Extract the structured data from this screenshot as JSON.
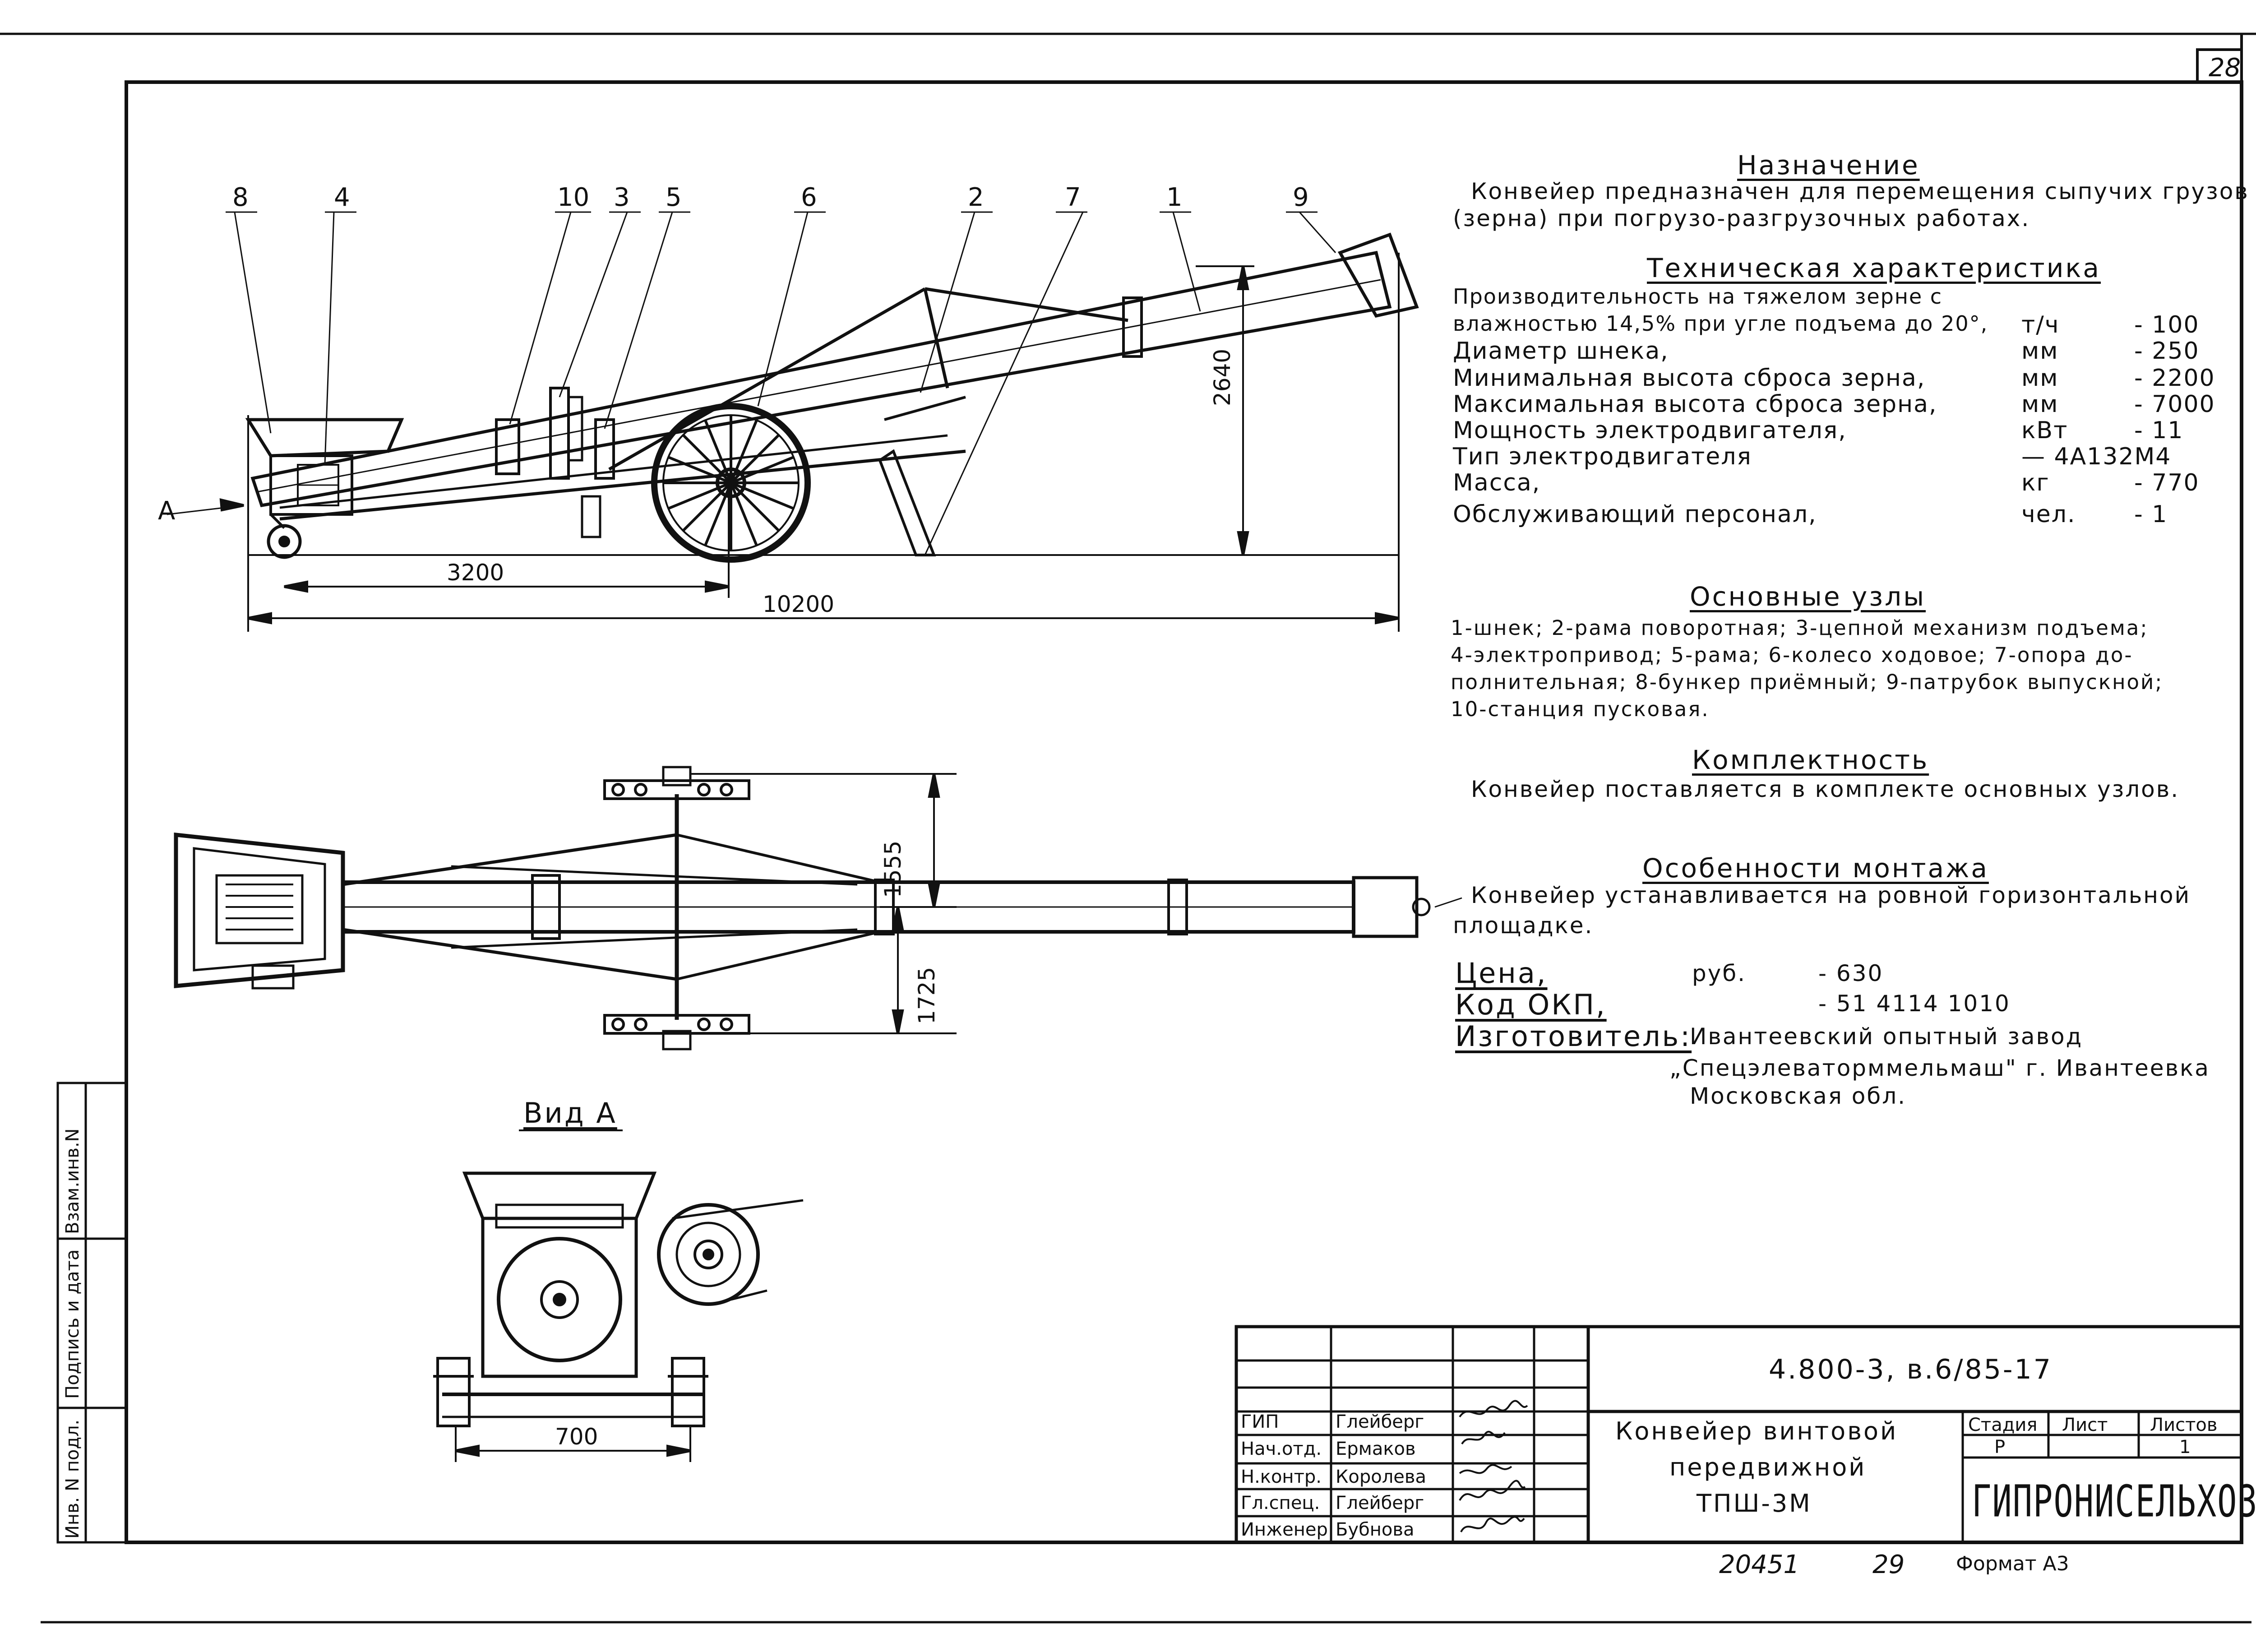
{
  "sheet": {
    "page_number": "28",
    "format_label": "Формат А3",
    "archive_number": "20451",
    "archive_sheet": "29"
  },
  "callouts": [
    "8",
    "4",
    "10",
    "3",
    "5",
    "6",
    "2",
    "7",
    "1",
    "9"
  ],
  "dimensions": {
    "height_2640": "2640",
    "length_3200": "3200",
    "length_10200": "10200",
    "track_1555": "1555",
    "track_1725": "1725",
    "width_700": "700"
  },
  "view_label": "А",
  "view_a_title": "Вид А",
  "purpose": {
    "heading": "Назначение",
    "lines": [
      "Конвейер предназначен для перемещения сыпучих грузов",
      "(зерна) при погрузо-разгрузочных работах."
    ]
  },
  "tech": {
    "heading": "Техническая характеристика",
    "rows": [
      {
        "name": "Производительность на тяжелом зерне с",
        "unit": "",
        "value": ""
      },
      {
        "name": "влажностью 14,5% при угле подъема до 20°,",
        "unit": "т/ч",
        "value": "- 100"
      },
      {
        "name": "Диаметр шнека,",
        "unit": "мм",
        "value": "- 250"
      },
      {
        "name": "Минимальная высота сброса зерна,",
        "unit": "мм",
        "value": "- 2200"
      },
      {
        "name": "Максимальная высота сброса зерна,",
        "unit": "мм",
        "value": "- 7000"
      },
      {
        "name": "Мощность электродвигателя,",
        "unit": "кВт",
        "value": "- 11"
      },
      {
        "name": "Тип электродвигателя",
        "unit": "",
        "value": "— 4А132М4"
      },
      {
        "name": "Масса,",
        "unit": "кг",
        "value": "- 770"
      },
      {
        "name": "Обслуживающий персонал,",
        "unit": "чел.",
        "value": "- 1"
      }
    ]
  },
  "units": {
    "heading": "Основные узлы",
    "lines": [
      "1-шнек; 2-рама поворотная; 3-цепной механизм подъема;",
      "4-электропривод; 5-рама; 6-колесо ходовое; 7-опора до-",
      "полнительная; 8-бункер приёмный; 9-патрубок выпускной;",
      "10-станция пусковая."
    ]
  },
  "completeness": {
    "heading": "Комплектность",
    "lines": [
      "Конвейер поставляется в комплекте основных узлов."
    ]
  },
  "mounting": {
    "heading": "Особенности монтажа",
    "lines": [
      "Конвейер устанавливается на ровной горизонтальной",
      "площадке."
    ]
  },
  "info": {
    "price_label": "Цена,",
    "price_unit": "руб.",
    "price_value": "- 630",
    "okp_label": "Код ОКП,",
    "okp_value": "- 51 4114 1010",
    "maker_label": "Изготовитель:",
    "maker_lines": [
      "Ивантеевский опытный завод",
      "„Спецэлеваторммельмаш\" г. Ивантеевка",
      "Московская обл."
    ]
  },
  "side_stamp": {
    "cells": [
      "Инв. N подл.",
      "Подпись и дата",
      "Взам.инв.N"
    ]
  },
  "title_block": {
    "doc_code": "4.800-3, в.6/85-17",
    "title_lines": [
      "Конвейер винтовой",
      "передвижной",
      "ТПШ-3М"
    ],
    "stage_label": "Стадия",
    "sheet_label": "Лист",
    "sheets_label": "Листов",
    "stage_value": "Р",
    "sheet_value": "",
    "sheets_value": "1",
    "org": "ГИПРОНИСЕЛЬХОЗ",
    "signers": [
      {
        "role": "ГИП",
        "name": "Глейберг"
      },
      {
        "role": "Нач.отд.",
        "name": "Ермаков"
      },
      {
        "role": "Н.контр.",
        "name": "Королева"
      },
      {
        "role": "Гл.спец.",
        "name": "Глейберг"
      },
      {
        "role": "Инженер",
        "name": "Бубнова"
      }
    ]
  }
}
